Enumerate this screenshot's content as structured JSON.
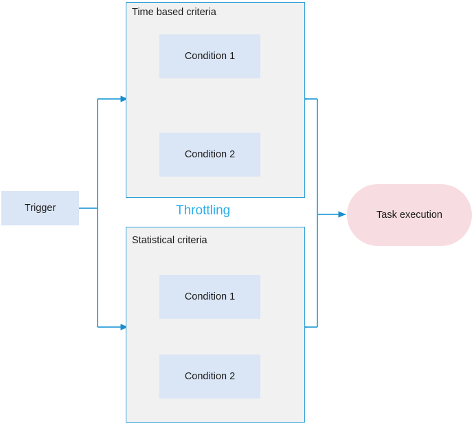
{
  "diagram": {
    "title_label": "Throttling",
    "accent_color": "#2badea",
    "connector_color": "#2b9fd9",
    "node_fill_blue": "#dae5f5",
    "node_fill_pink": "#f7dde1",
    "group_fill": "#f1f1f1",
    "nodes": {
      "trigger": {
        "label": "Trigger",
        "shape": "rectangle",
        "fill": "#dae5f5"
      },
      "task_execution": {
        "label": "Task execution",
        "shape": "stadium",
        "fill": "#f7dde1"
      }
    },
    "groups": [
      {
        "id": "time-based-criteria",
        "title": "Time based criteria",
        "conditions": [
          {
            "label": "Condition 1"
          },
          {
            "label": "Condition 2"
          }
        ]
      },
      {
        "id": "statistical-criteria",
        "title": "Statistical criteria",
        "conditions": [
          {
            "label": "Condition 1"
          },
          {
            "label": "Condition 2"
          }
        ]
      }
    ]
  }
}
